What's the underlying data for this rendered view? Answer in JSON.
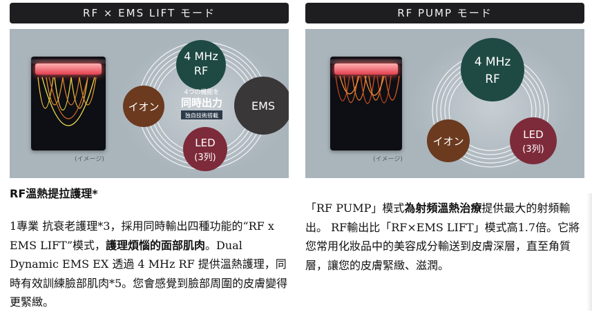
{
  "left": {
    "header": "RF × EMS LIFT モード",
    "circles": {
      "top": {
        "line1": "4 MHz",
        "line2": "RF",
        "color": "#1f4a44"
      },
      "left": {
        "label": "イオン",
        "color": "#6b3a1f"
      },
      "right": {
        "label": "EMS",
        "color": "#3a3739"
      },
      "bottom": {
        "line1": "LED",
        "line2": "(3列)",
        "color": "#7d2b3a"
      }
    },
    "center": {
      "small": "4つの機能を",
      "big": "同時出力",
      "badge": "独自技術搭載"
    },
    "image_caption": "(イメージ)",
    "section_title": "RF溫熱提拉護理*",
    "paragraph": {
      "part1": "1專業 抗衰老護理*3，採用同時輸出四種功能的“RF x EMS LIFT”模式，",
      "bold": "護理煩惱的面部肌肉",
      "part2": "。Dual Dynamic EMS EX 透過 4 MHz RF 提供溫熱護理，同時有效訓練臉部肌肉*5。您會感覺到臉部周圍的皮膚變得更緊緻。"
    }
  },
  "right": {
    "header": "RF PUMP モード",
    "circles": {
      "top": {
        "line1": "4 MHz",
        "line2": "RF",
        "color": "#1f4a44"
      },
      "left": {
        "label": "イオン",
        "color": "#6b3a1f"
      },
      "right": {
        "line1": "LED",
        "line2": "(3列)",
        "color": "#7d2b3a"
      }
    },
    "image_caption": "(イメージ)",
    "paragraph": {
      "part1": "「RF PUMP」模式",
      "bold": "為射頻溫熱治療",
      "part2": "提供最大的射頻輸出。 RF輸出比「RF×EMS LIFT」模式高1.7倍。它將您常用化妝品中的美容成分輸送到皮膚深層，直至角質層，讓您的皮膚緊緻、滋潤。"
    }
  }
}
